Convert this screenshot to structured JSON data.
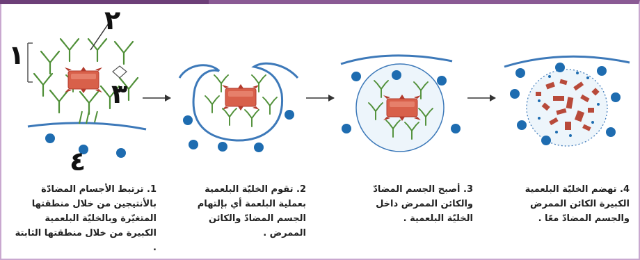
{
  "labels": {
    "label_1": "١",
    "label_2": "٢",
    "label_3": "٣",
    "label_4": "٤"
  },
  "captions": [
    {
      "text": "1. ترتبط الأجسام المضادّة بالأنتيجين من خلال منطقتها المتغيّرة وبالخليّة البلعمية الكبيرة من خلال منطقتها الثابتة ."
    },
    {
      "text": "2. تقوم الخليّة البلعمية بعملية البلعمة أي بإلتهام الجسم المضادّ والكائن الممرض ."
    },
    {
      "text": "3. أصبح الجسم المضادّ والكائن الممرض داخل الخليّة البلعمية ."
    },
    {
      "text": "4. تهضم الخليّة البلعمية الكبيرة الكائن الممرض والجسم المضادّ معًا ."
    }
  ],
  "colors": {
    "membrane": "#3d79b9",
    "dot": "#1e6cb0",
    "antibody": "#4f8f37",
    "antigen": "#d8604a",
    "antigen_spike": "#b23a2c",
    "vesicle_fill": "#edf5fb",
    "digest": "#b84a3a"
  }
}
